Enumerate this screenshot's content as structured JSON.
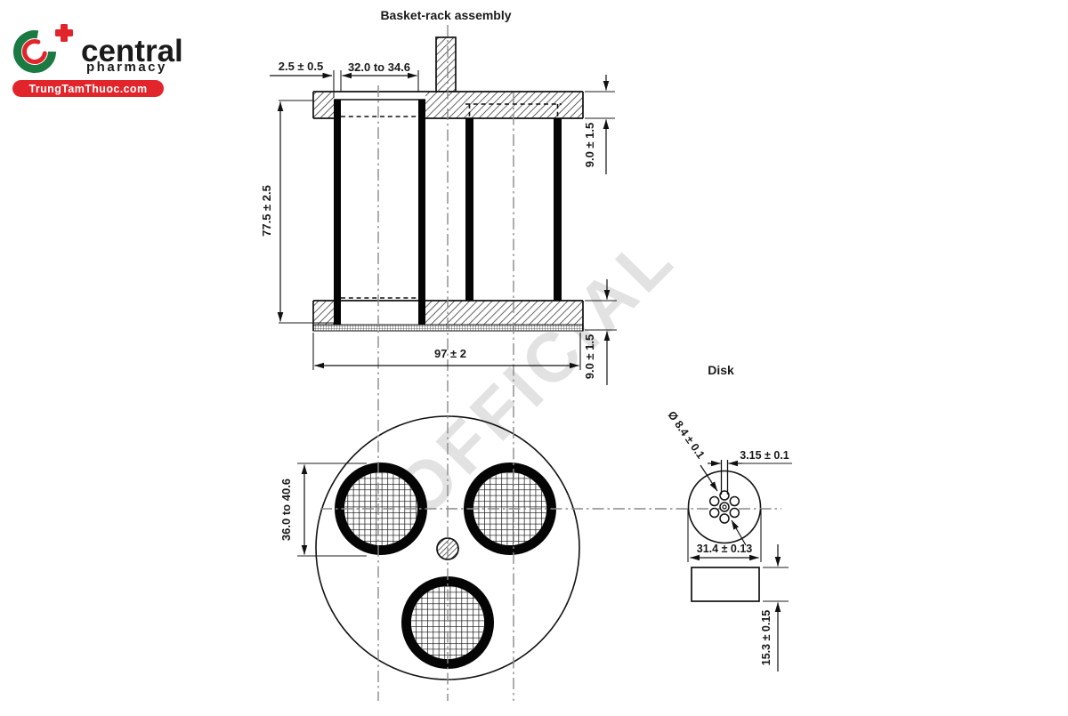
{
  "page": {
    "background": "#ffffff"
  },
  "logo": {
    "brand": "central",
    "tagline": "pharmacy",
    "banner": "TrungTamThuoc.com",
    "colors": {
      "green": "#1a7a42",
      "red": "#e2242b"
    }
  },
  "watermark": "OFFICIAL",
  "diagram": {
    "assembly_title": "Basket-rack assembly",
    "disk_title": "Disk",
    "dims": {
      "wall_thickness": "2.5 ± 0.5",
      "inner_diameter": "32.0 to 34.6",
      "tube_length": "77.5 ± 2.5",
      "top_plate_thickness": "9.0 ± 1.5",
      "overall_diameter": "97 ± 2",
      "bottom_plate_thickness": "9.0 ± 1.5",
      "opening_diameter": "36.0 to 40.6",
      "disk_hole_circle": "Ø 8.4 ± 0.1",
      "disk_hole_diameter": "3.15 ± 0.1",
      "disk_diameter": "31.4 ± 0.13",
      "disk_thickness": "15.3 ± 0.15"
    }
  }
}
